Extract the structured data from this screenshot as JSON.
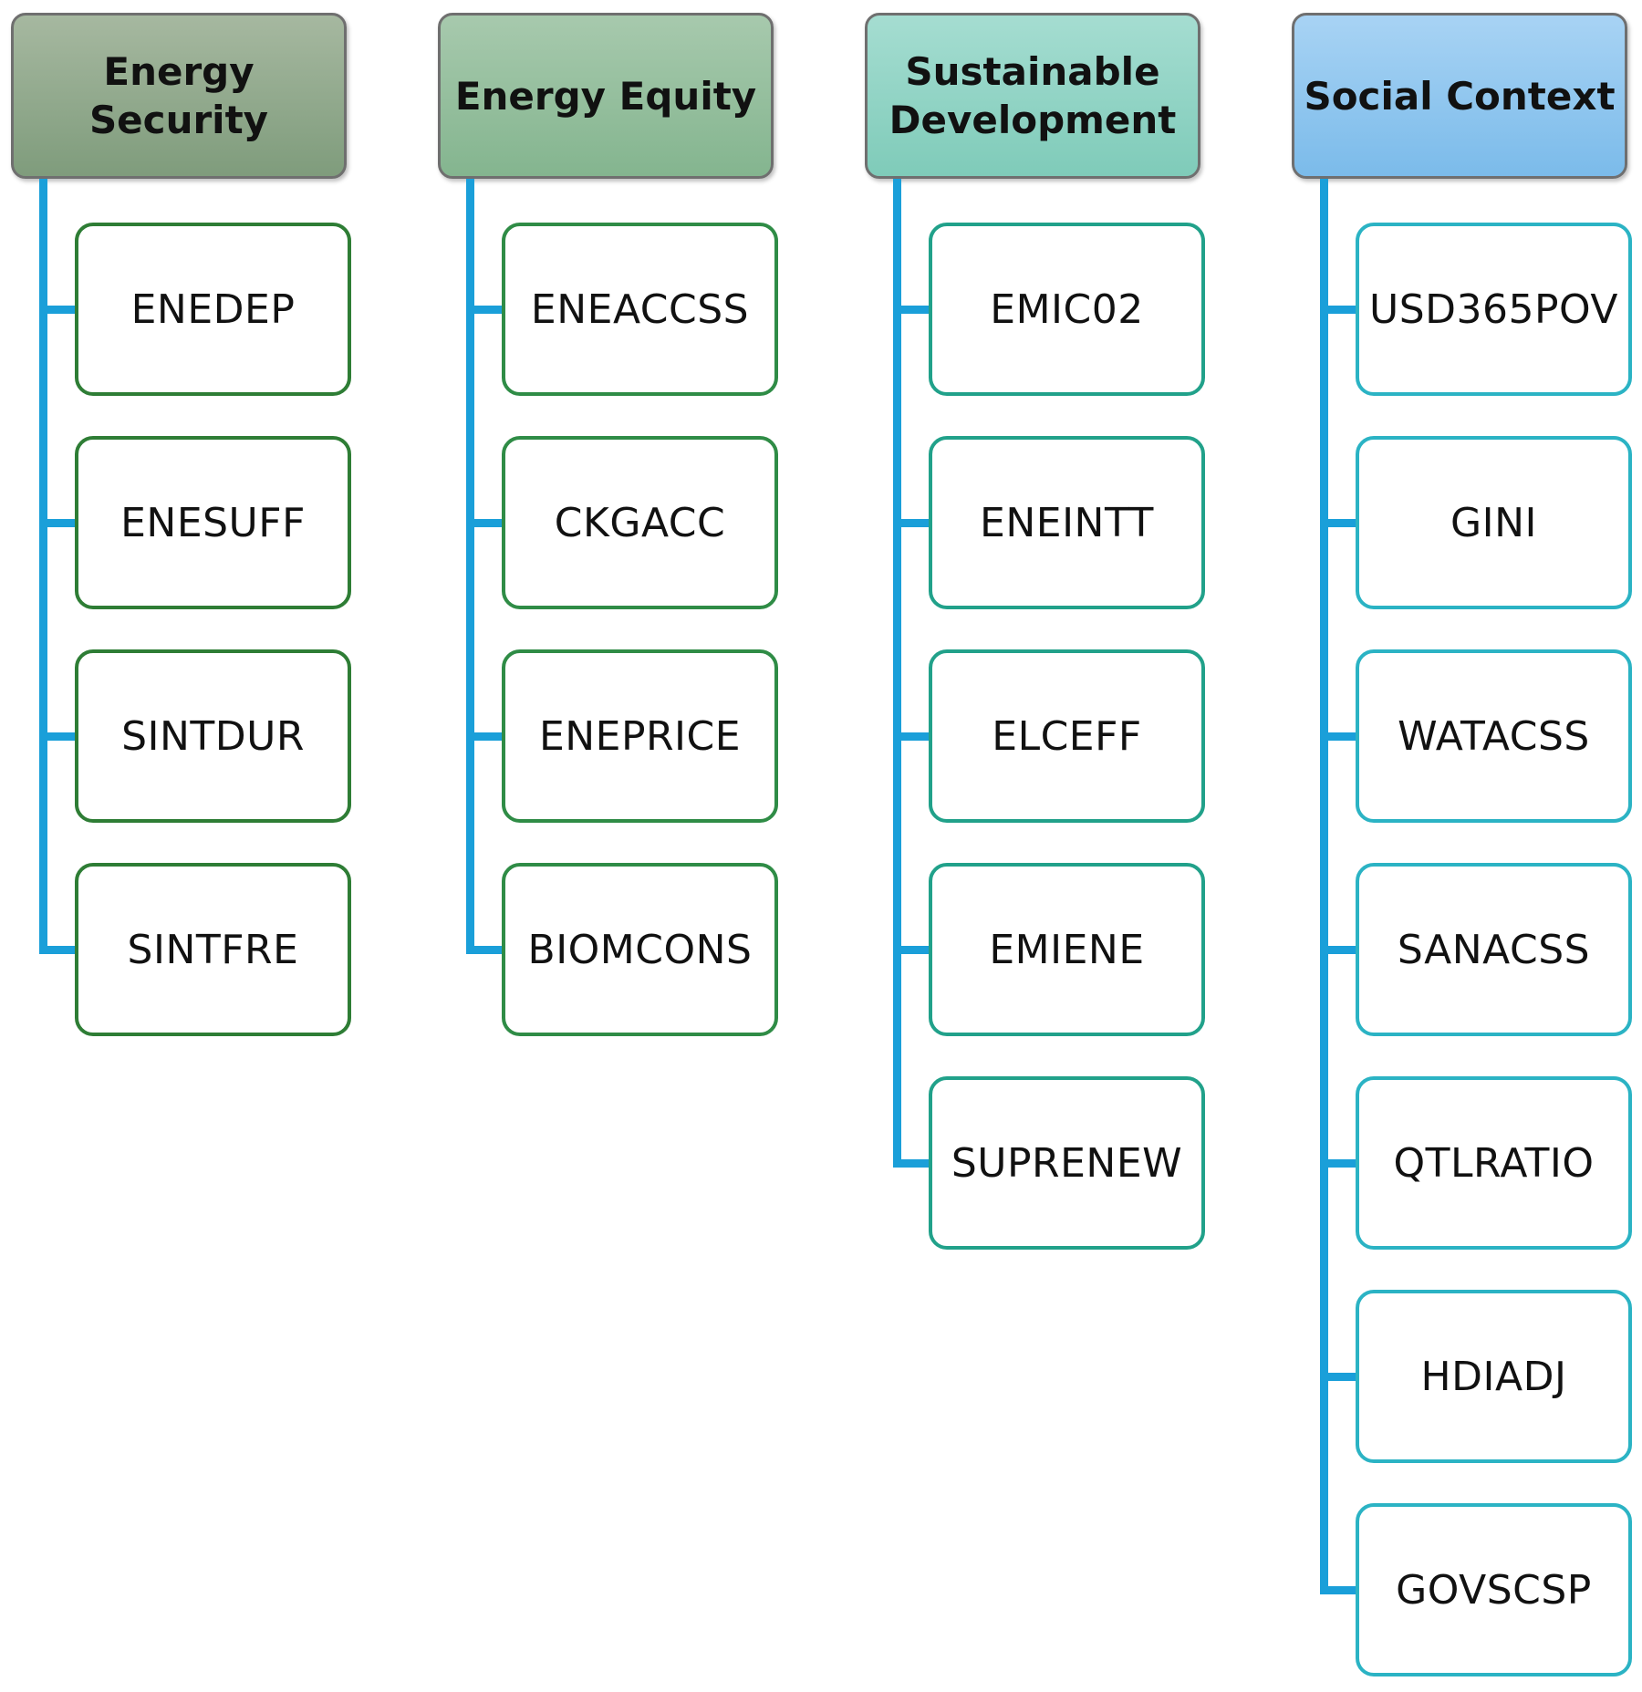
{
  "columns": [
    {
      "title": "Energy Security",
      "title_lines": [
        "Energy",
        "Security"
      ],
      "header_gradient": [
        "#a6b8a0",
        "#7f9c7c"
      ],
      "leaf_border": "#2e7d35",
      "items": [
        "ENEDEP",
        "ENESUFF",
        "SINTDUR",
        "SINTFRE"
      ]
    },
    {
      "title": "Energy Equity",
      "title_lines": [
        "Energy Equity"
      ],
      "header_gradient": [
        "#a7c9ad",
        "#84b58f"
      ],
      "leaf_border": "#2f8c46",
      "items": [
        "ENEACCSS",
        "CKGACC",
        "ENEPRICE",
        "BIOMCONS"
      ]
    },
    {
      "title": "Sustainable Development",
      "title_lines": [
        "Sustainable",
        "Development"
      ],
      "header_gradient": [
        "#a5ddd1",
        "#7fcbb9"
      ],
      "leaf_border": "#21a18a",
      "items": [
        "EMIC02",
        "ENEINTT",
        "ELCEFF",
        "EMIENE",
        "SUPRENEW"
      ]
    },
    {
      "title": "Social Context",
      "title_lines": [
        "Social Context"
      ],
      "header_gradient": [
        "#a8d3f4",
        "#7bbbea"
      ],
      "leaf_border": "#2bb3c4",
      "items": [
        "USD365POV",
        "GINI",
        "WATACSS",
        "SANACSS",
        "QTLRATIO",
        "HDIADJ",
        "GOVSCSP"
      ]
    }
  ],
  "connector_color": "#1a9fd9"
}
